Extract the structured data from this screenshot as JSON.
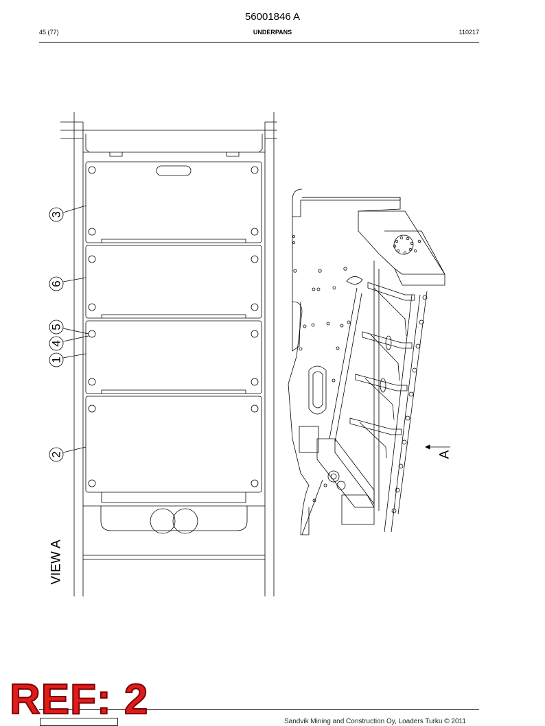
{
  "header": {
    "doc_number": "56001846 A",
    "page": "45 (77)",
    "section_title": "UNDERPANS",
    "date_code": "110217"
  },
  "drawing": {
    "view_label": "VIEW A",
    "arrow_label": "A",
    "callouts": [
      "3",
      "6",
      "5",
      "4",
      "1",
      "2"
    ]
  },
  "footer": {
    "stamp": "REF: 2",
    "copyright": "Sandvik Mining and Construction Oy, Loaders Turku © 2011"
  },
  "colors": {
    "stamp_fill": "#e01b1b",
    "stamp_outline": "#7a0000",
    "line": "#000000"
  }
}
